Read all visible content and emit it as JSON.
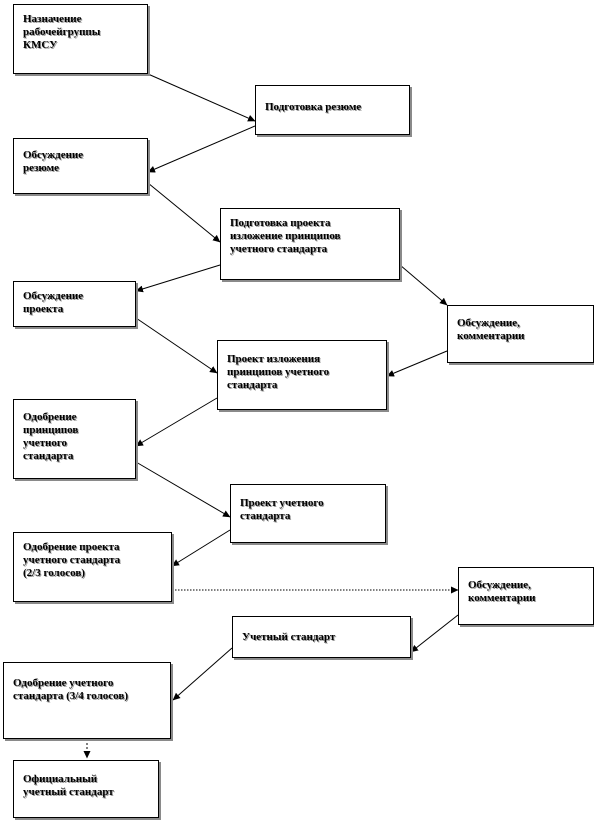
{
  "diagram": {
    "nodes": [
      {
        "id": "n1",
        "label": "Назначение\nрабочейгруппы\nКМСУ"
      },
      {
        "id": "n2",
        "label": "Подготовка  резюме"
      },
      {
        "id": "n3",
        "label": "Обсуждение\nрезюме"
      },
      {
        "id": "n4",
        "label": "Подготовка проекта\nизложение принципов\nучетного стандарта"
      },
      {
        "id": "n5",
        "label": "Обсуждение\nпроекта"
      },
      {
        "id": "n6",
        "label": "Обсуждение,\nкомментарии"
      },
      {
        "id": "n7",
        "label": "Проект изложения\nпринципов учетного\nстандарта"
      },
      {
        "id": "n8",
        "label": "Одобрение\nпринципов\nучетного\nстандарта"
      },
      {
        "id": "n9",
        "label": "Проект учетного\nстандарта"
      },
      {
        "id": "n10",
        "label": "Одобрение проекта\nучетного стандарта\n(2/3 голосов)"
      },
      {
        "id": "n11",
        "label": "Обсуждение,\nкомментарии"
      },
      {
        "id": "n12",
        "label": "Учетный стандарт"
      },
      {
        "id": "n13",
        "label": "Одобрение учетного\nстандарта (3/4 голосов)"
      },
      {
        "id": "n14",
        "label": "Официальный\nучетный стандарт"
      }
    ],
    "edges": [
      {
        "from": "n1",
        "to": "n2"
      },
      {
        "from": "n2",
        "to": "n3"
      },
      {
        "from": "n3",
        "to": "n4"
      },
      {
        "from": "n4",
        "to": "n5"
      },
      {
        "from": "n4",
        "to": "n6"
      },
      {
        "from": "n5",
        "to": "n7"
      },
      {
        "from": "n6",
        "to": "n7"
      },
      {
        "from": "n7",
        "to": "n8"
      },
      {
        "from": "n8",
        "to": "n9"
      },
      {
        "from": "n9",
        "to": "n10"
      },
      {
        "from": "n10",
        "to": "n11"
      },
      {
        "from": "n11",
        "to": "n12"
      },
      {
        "from": "n12",
        "to": "n13"
      },
      {
        "from": "n13",
        "to": "n14"
      }
    ]
  }
}
